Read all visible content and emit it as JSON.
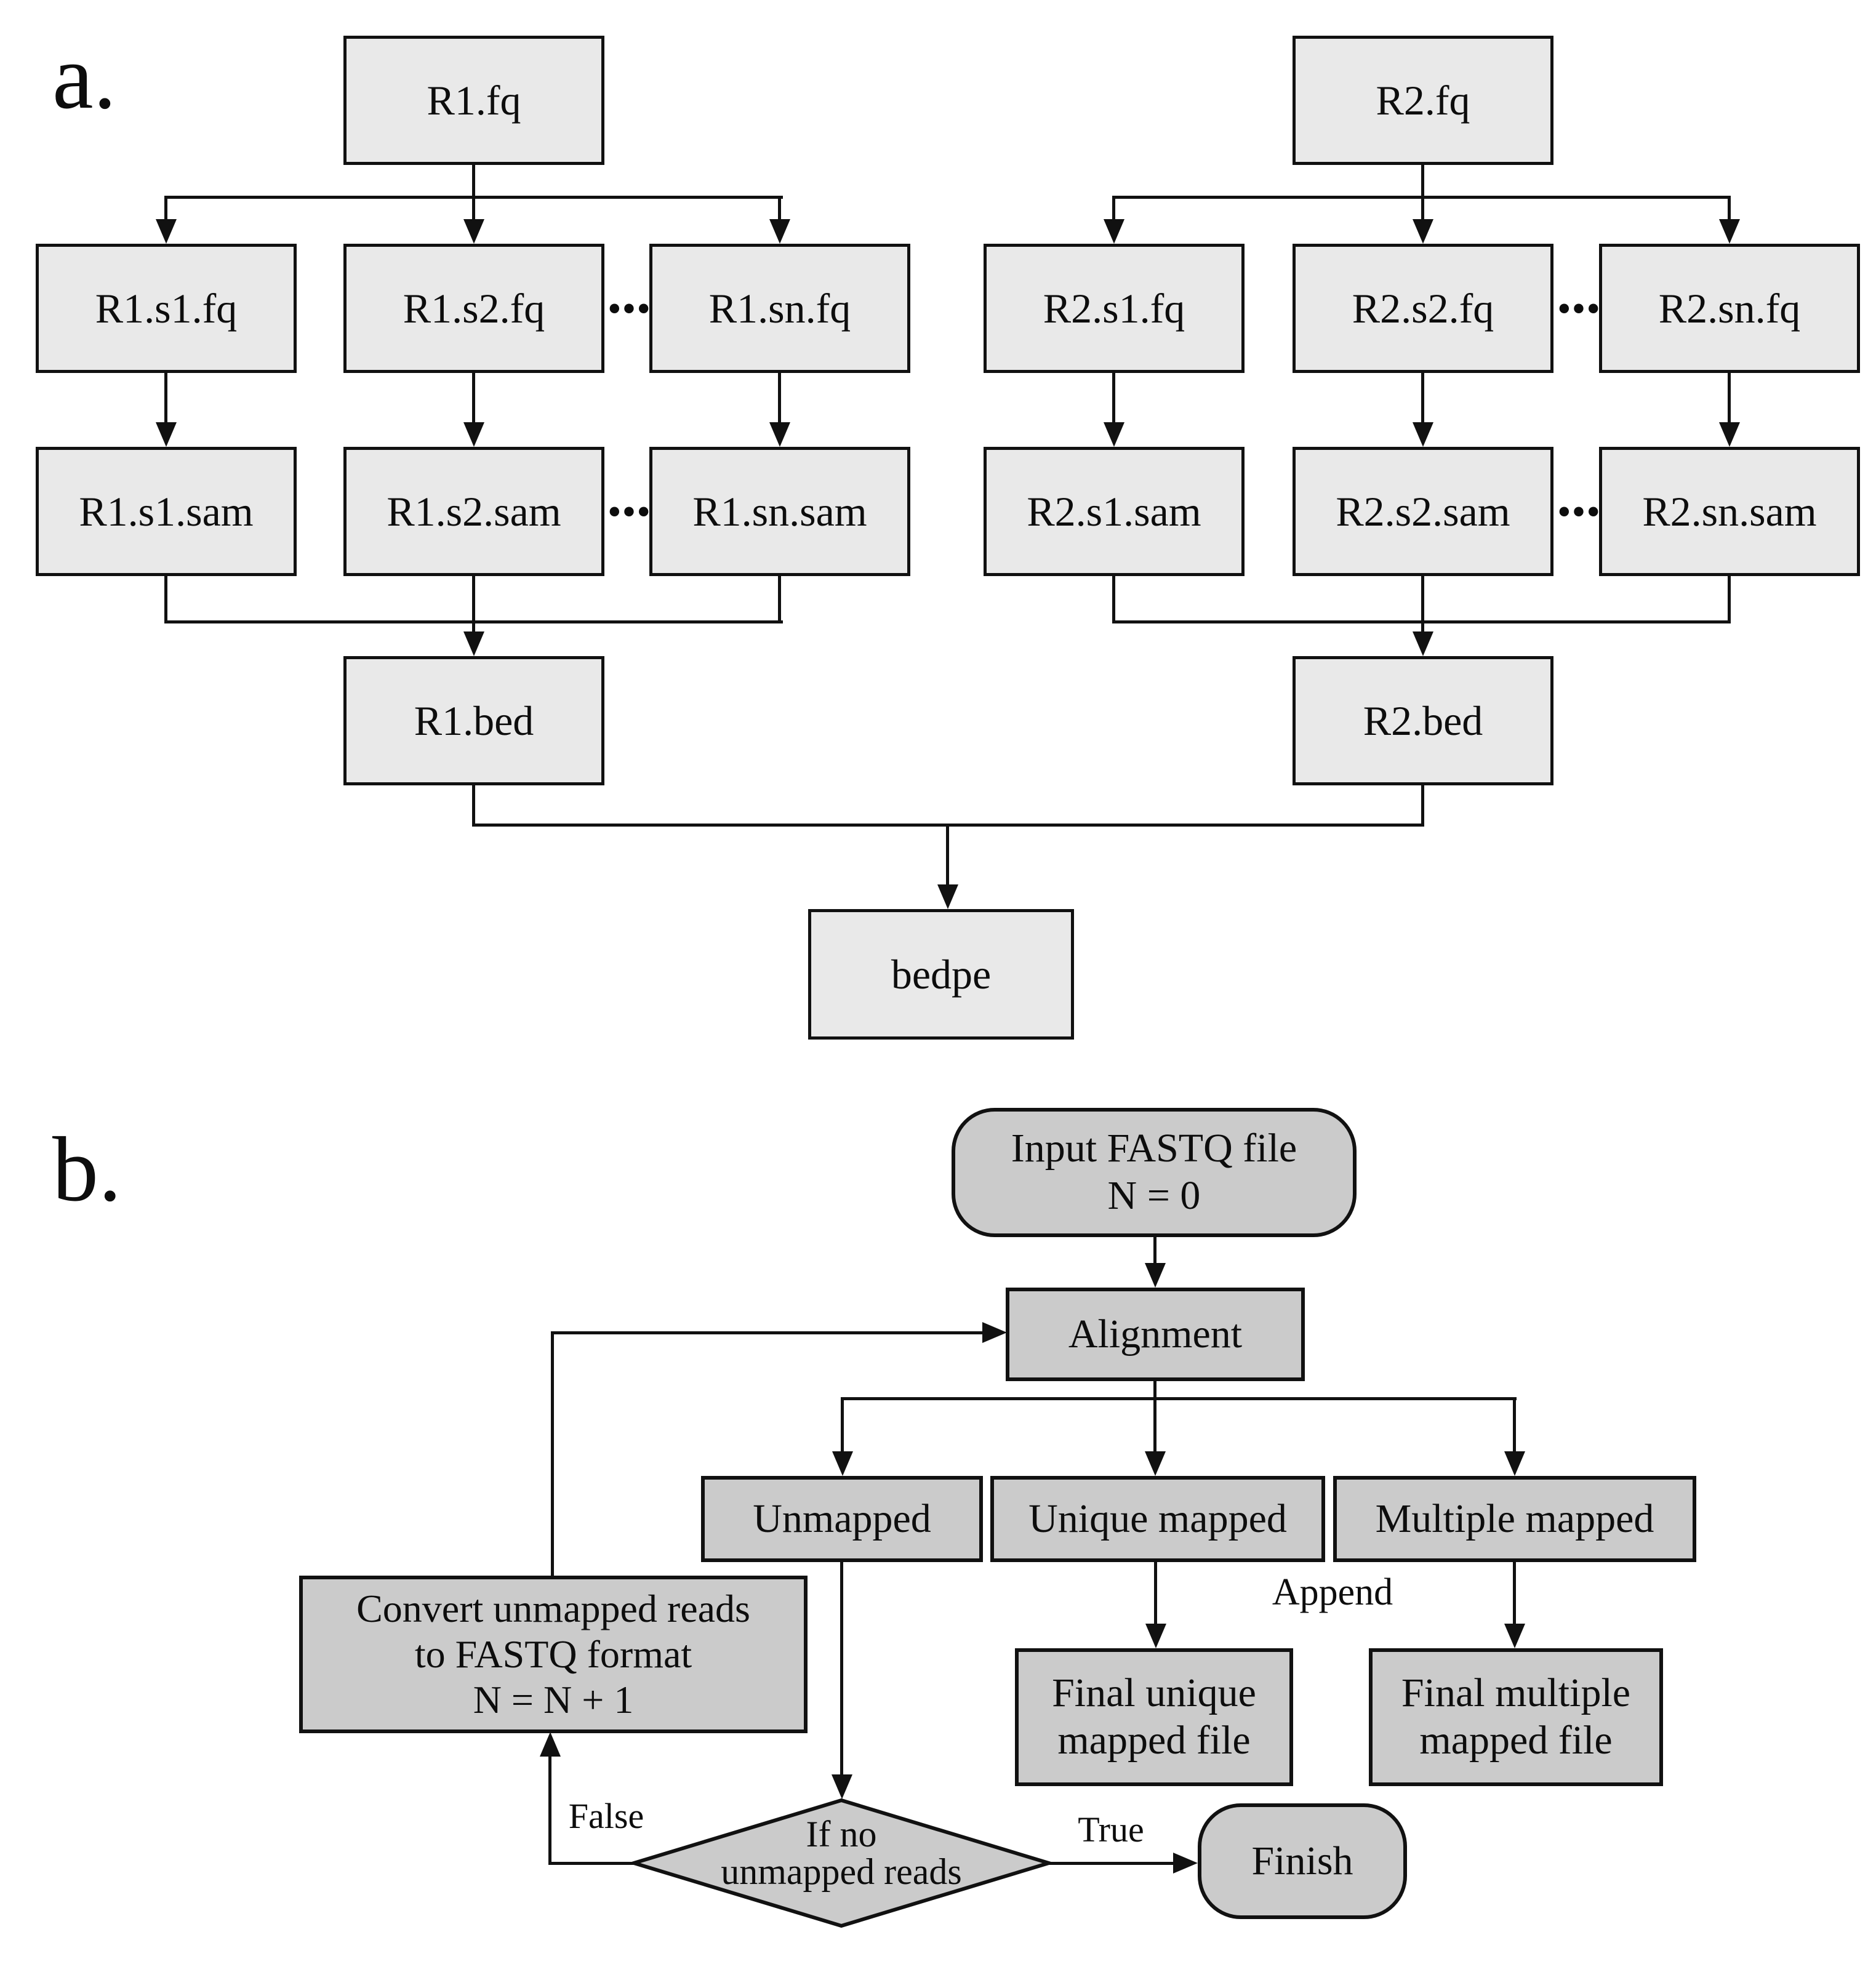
{
  "panel_a": {
    "label": "a.",
    "ellipsis": "···",
    "nodes": {
      "r1fq": "R1.fq",
      "r2fq": "R2.fq",
      "r1s1fq": "R1.s1.fq",
      "r1s2fq": "R1.s2.fq",
      "r1snfq": "R1.sn.fq",
      "r2s1fq": "R2.s1.fq",
      "r2s2fq": "R2.s2.fq",
      "r2snfq": "R2.sn.fq",
      "r1s1sam": "R1.s1.sam",
      "r1s2sam": "R1.s2.sam",
      "r1snsam": "R1.sn.sam",
      "r2s1sam": "R2.s1.sam",
      "r2s2sam": "R2.s2.sam",
      "r2snsam": "R2.sn.sam",
      "r1bed": "R1.bed",
      "r2bed": "R2.bed",
      "bedpe": "bedpe"
    }
  },
  "panel_b": {
    "label": "b.",
    "nodes": {
      "input": {
        "line1": "Input FASTQ file",
        "line2": "N = 0"
      },
      "alignment": "Alignment",
      "unmapped": "Unmapped",
      "unique_mapped": "Unique mapped",
      "multiple_mapped": "Multiple mapped",
      "final_unique": {
        "line1": "Final unique",
        "line2": "mapped file"
      },
      "final_multiple": {
        "line1": "Final multiple",
        "line2": "mapped file"
      },
      "convert": {
        "line1": "Convert unmapped reads",
        "line2": "to FASTQ format",
        "line3": "N = N + 1"
      },
      "decision": {
        "line1": "If no",
        "line2": "unmapped reads"
      },
      "finish": "Finish"
    },
    "edge_labels": {
      "append": "Append",
      "false": "False",
      "true": "True"
    }
  },
  "colors": {
    "panel_a_fill": "#e9e9e9",
    "panel_b_fill": "#cbcbcb",
    "line": "#111111",
    "background": "#ffffff"
  }
}
